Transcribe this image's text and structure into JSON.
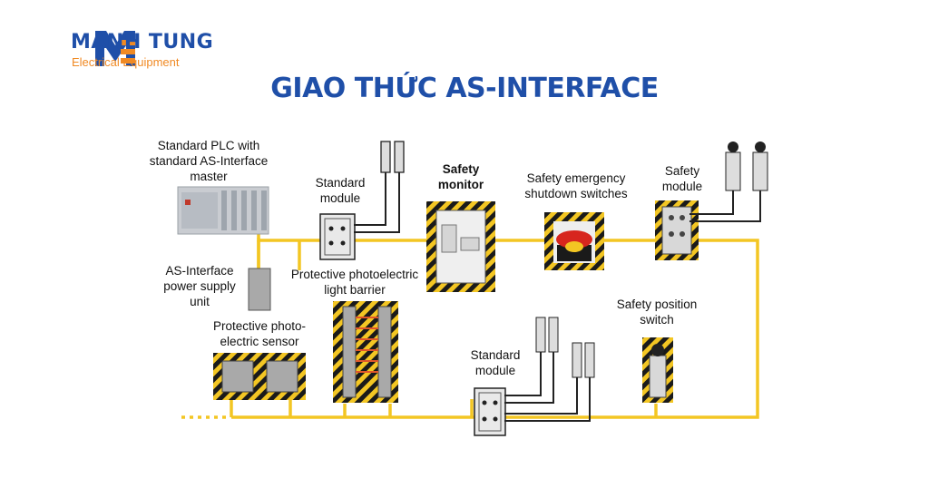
{
  "brand": {
    "name": "MANH TUNG",
    "subtitle": "Electrical Equipment",
    "colors": {
      "primary": "#1f4fa8",
      "accent": "#f08a24"
    }
  },
  "title": "GIAO THỨC AS-INTERFACE",
  "colors": {
    "bus": "#f3c623",
    "hazard": "#f3c623",
    "device": "#a9a9a9"
  },
  "labels": {
    "plc_l1": "Standard PLC with",
    "plc_l2": "standard AS-Interface",
    "plc_l3": "master",
    "std_module_top_l1": "Standard",
    "std_module_top_l2": "module",
    "safety_monitor_l1": "Safety",
    "safety_monitor_l2": "monitor",
    "emergency_l1": "Safety emergency",
    "emergency_l2": "shutdown switches",
    "safety_module_l1": "Safety",
    "safety_module_l2": "module",
    "power_l1": "AS-Interface",
    "power_l2": "power supply",
    "power_l3": "unit",
    "light_barrier_l1": "Protective photoelectric",
    "light_barrier_l2": "light barrier",
    "sensor_l1": "Protective photo-",
    "sensor_l2": "electric sensor",
    "position_l1": "Safety position",
    "position_l2": "switch",
    "std_module_bottom_l1": "Standard",
    "std_module_bottom_l2": "module"
  }
}
